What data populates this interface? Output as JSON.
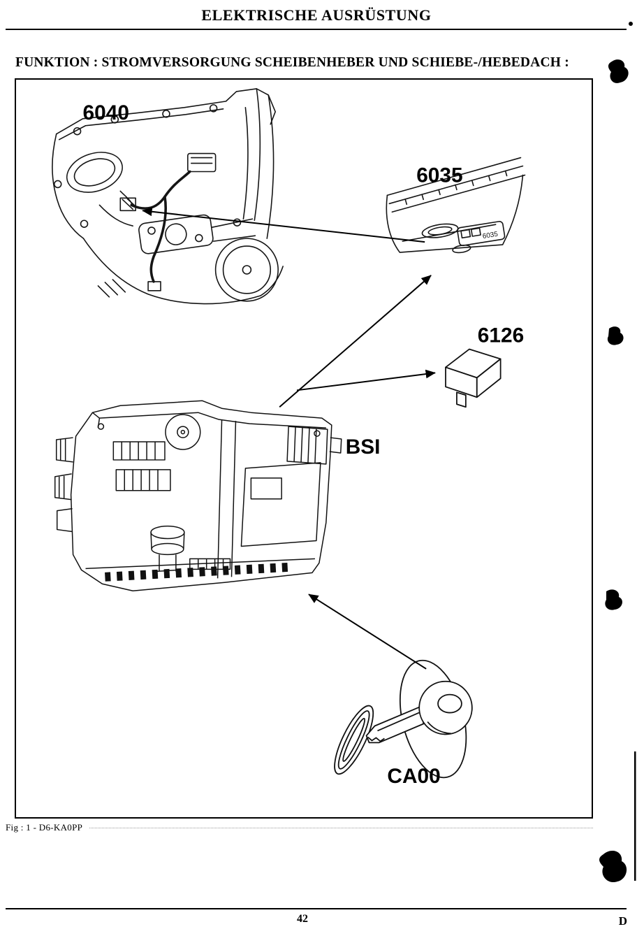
{
  "page": {
    "header_title": "ELEKTRISCHE AUSRÜSTUNG",
    "function_line": "FUNKTION : STROMVERSORGUNG SCHEIBENHEBER UND SCHIEBE-/HEBEDACH :",
    "figure_caption": "Fig : 1 - D6-KA0PP",
    "page_number": "42",
    "section_letter": "D"
  },
  "figure": {
    "labels": {
      "door_mechanism": "6040",
      "door_panel": "6035",
      "switch_inset": "6035",
      "relay": "6126",
      "bsi": "BSI",
      "key": "CA00"
    }
  },
  "colors": {
    "ink": "#000000",
    "paper": "#ffffff"
  }
}
